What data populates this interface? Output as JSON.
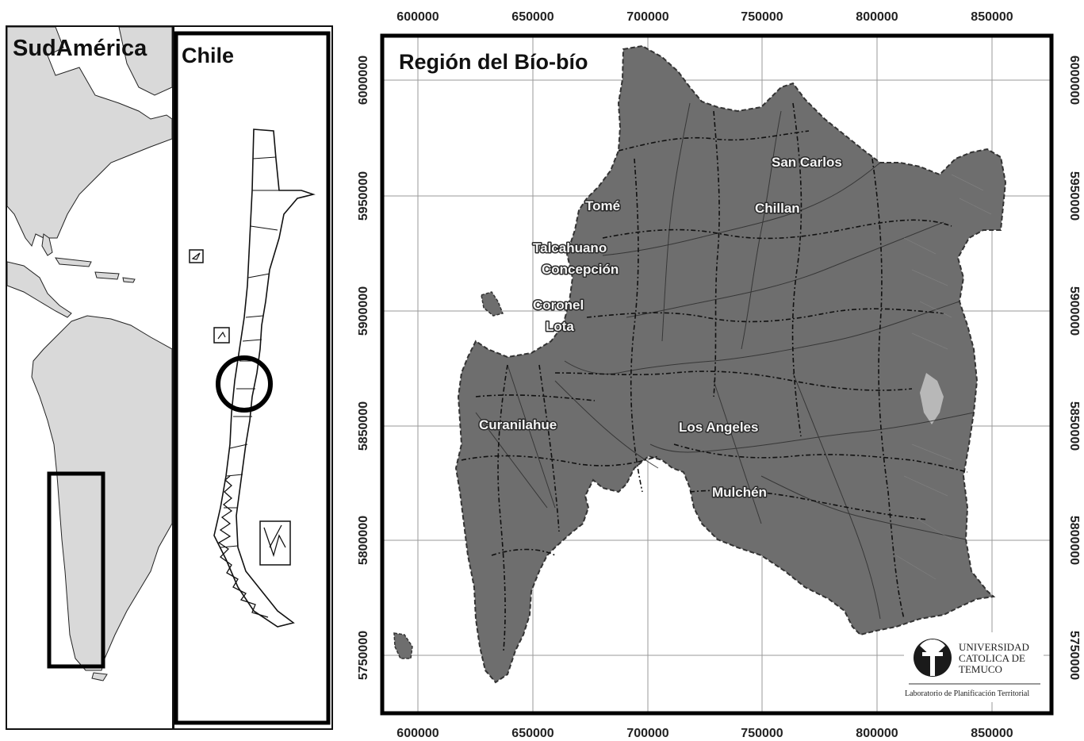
{
  "titles": {
    "continent": "SudAmérica",
    "country": "Chile",
    "region": "Región del Bío-bío"
  },
  "easting_ticks": [
    "600000",
    "650000",
    "700000",
    "750000",
    "800000",
    "850000"
  ],
  "northing_ticks": [
    "6000000",
    "5950000",
    "5900000",
    "5850000",
    "5800000",
    "5750000"
  ],
  "cities": {
    "san_carlos": "San Carlos",
    "chillan": "Chillan",
    "tome": "Tomé",
    "talcahuano": "Talcahuano",
    "concepcion": "Concepción",
    "coronel": "Coronel",
    "lota": "Lota",
    "curanilahue": "Curanilahue",
    "los_angeles": "Los Angeles",
    "mulchen": "Mulchén"
  },
  "logo": {
    "line1": "UNIVERSIDAD",
    "line2": "CATOLICA DE",
    "line3": "TEMUCO",
    "subtitle": "Laboratorio de Planificación Territorial"
  },
  "colors": {
    "land": "#d9d9d9",
    "region_fill": "#6e6e6e",
    "frame": "#111111",
    "grid": "#9a9a9a"
  }
}
